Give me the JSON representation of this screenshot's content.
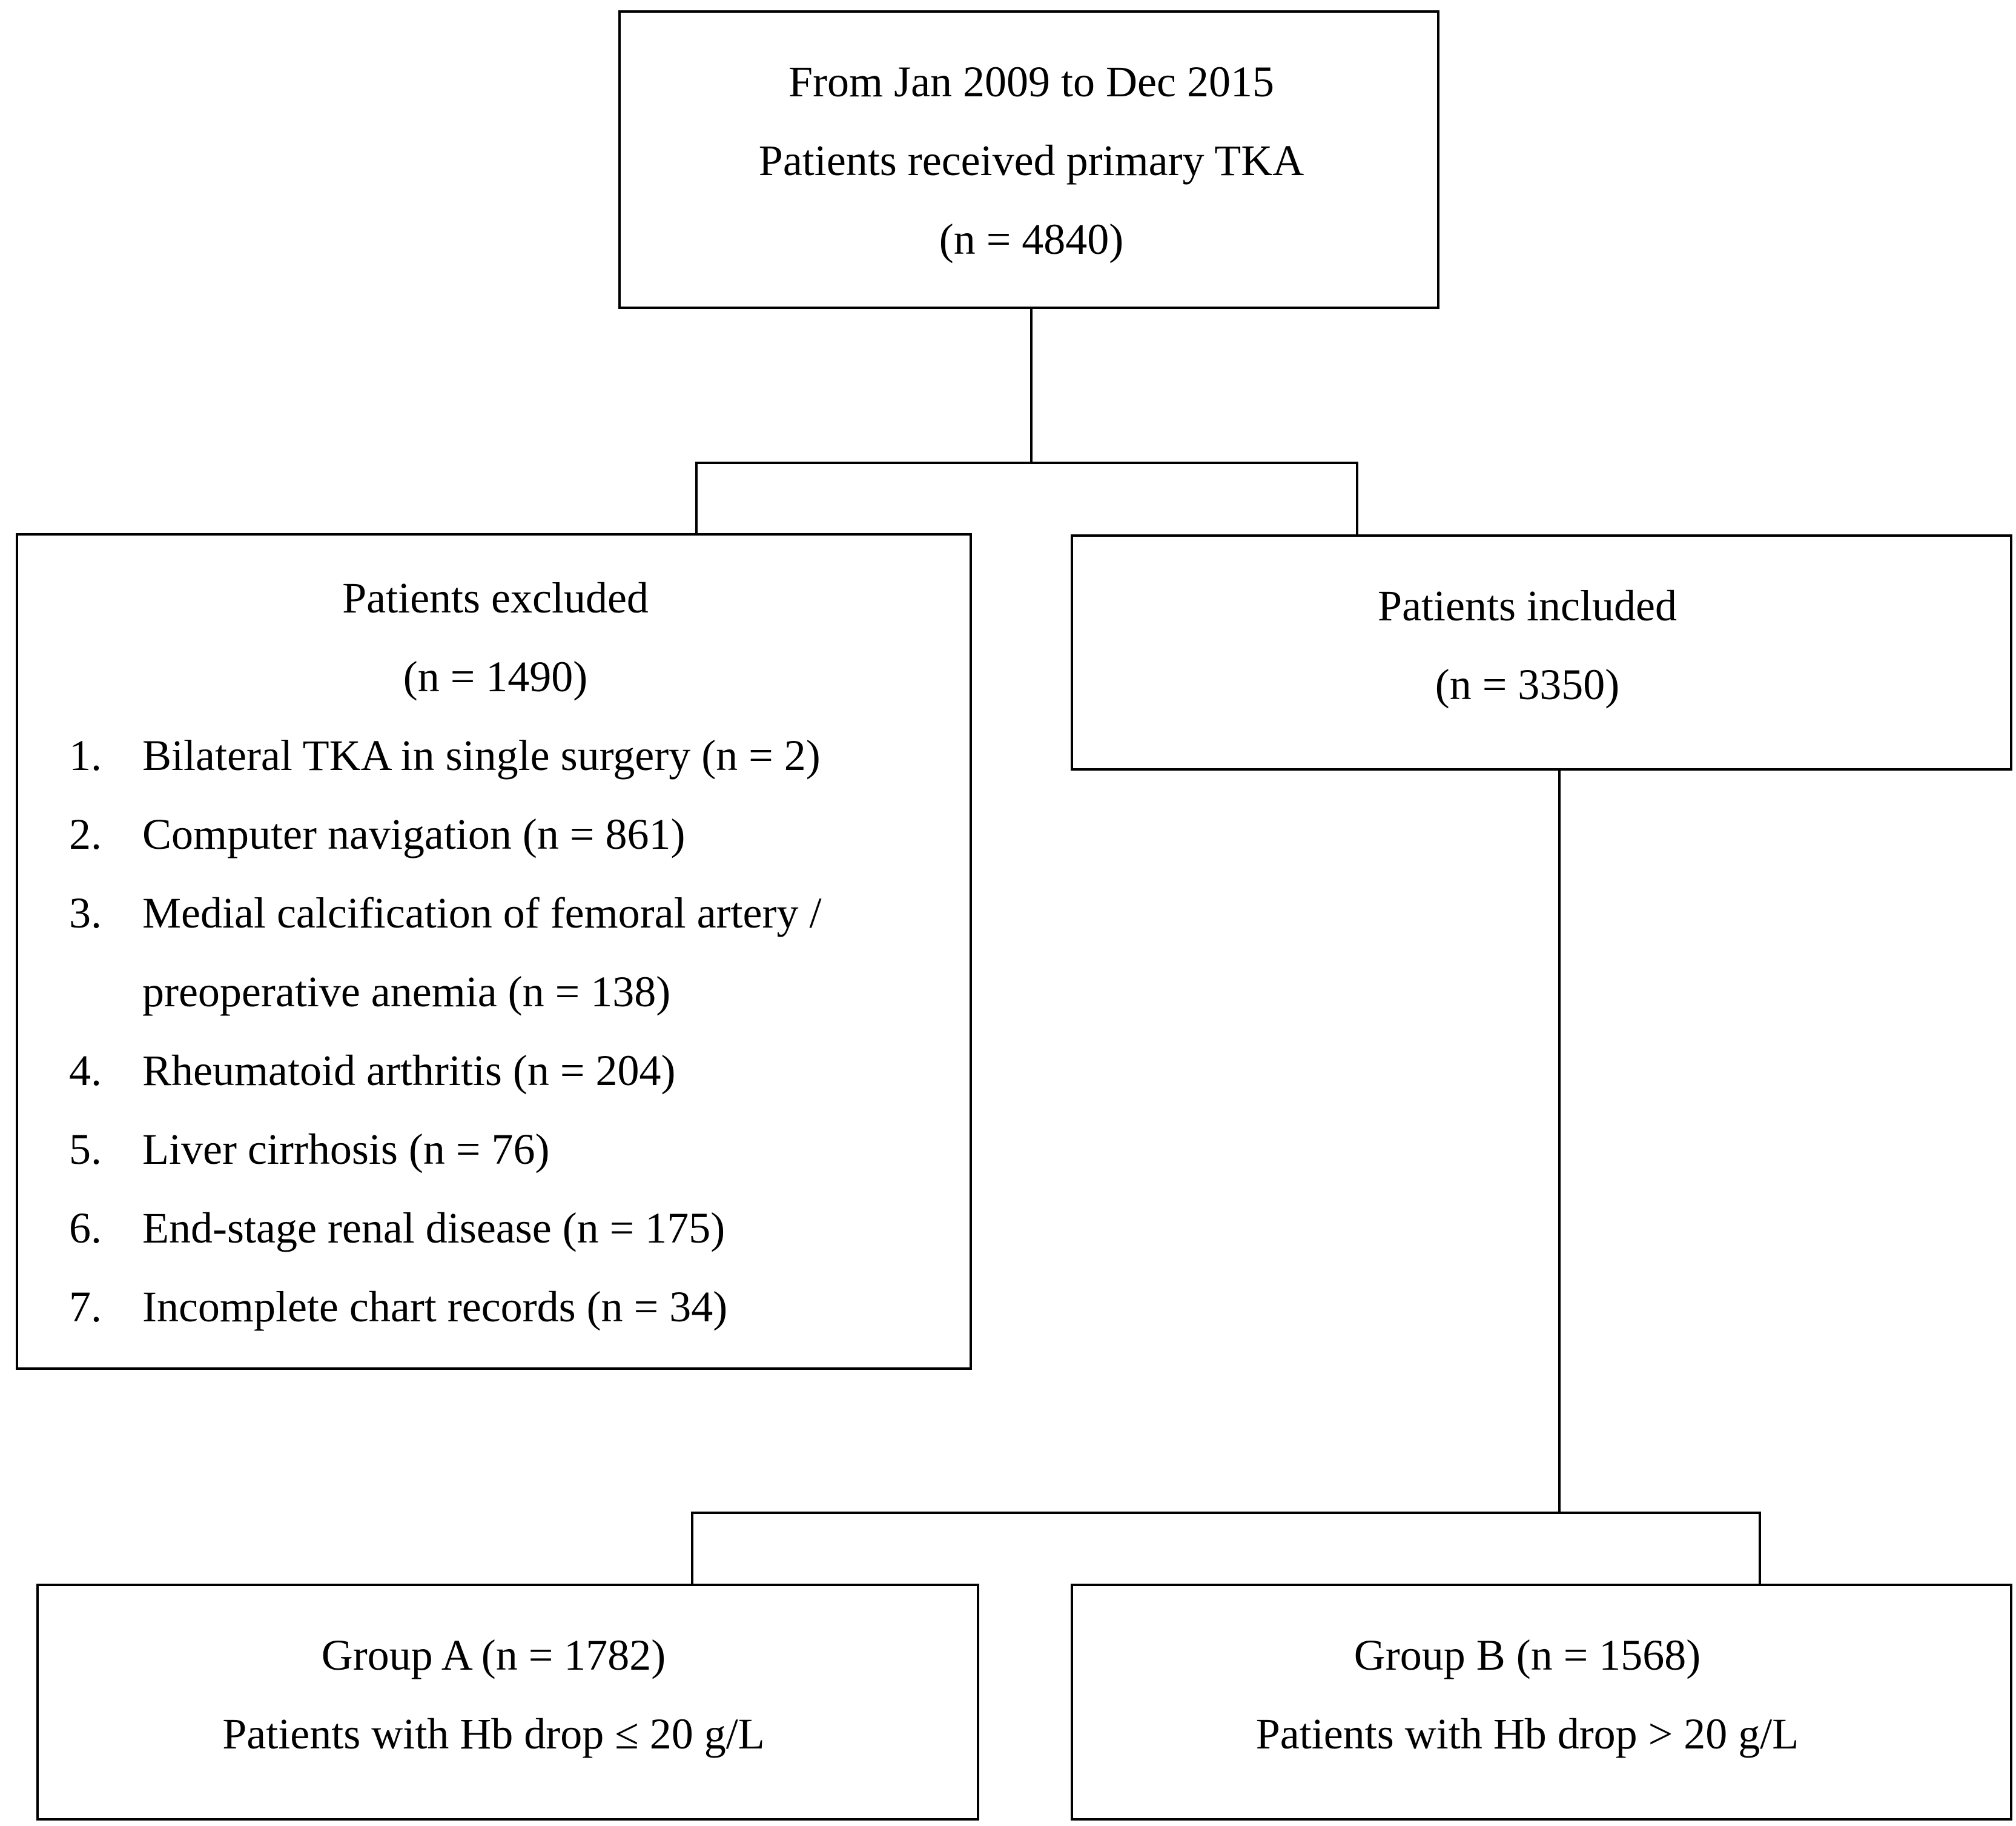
{
  "top_box": {
    "line1": "From Jan 2009 to Dec 2015",
    "line2": "Patients received primary TKA",
    "line3": "(n = 4840)"
  },
  "excluded_box": {
    "title": "Patients excluded",
    "count": "(n = 1490)",
    "items": [
      {
        "num": "1.",
        "text": "Bilateral TKA in single surgery (n = 2)"
      },
      {
        "num": "2.",
        "text": "Computer navigation (n = 861)"
      },
      {
        "num": "3.",
        "text": "Medial calcification of femoral artery /",
        "text2": "preoperative anemia (n = 138)"
      },
      {
        "num": "4.",
        "text": "Rheumatoid arthritis (n = 204)"
      },
      {
        "num": "5.",
        "text": "Liver cirrhosis (n = 76)"
      },
      {
        "num": "6.",
        "text": "End-stage renal disease (n = 175)"
      },
      {
        "num": "7.",
        "text": "Incomplete chart records (n = 34)"
      }
    ]
  },
  "included_box": {
    "title": "Patients included",
    "count": "(n = 3350)"
  },
  "group_a": {
    "line1": "Group A (n = 1782)",
    "line2": "Patients with Hb drop ≤ 20 g/L"
  },
  "group_b": {
    "line1": "Group B (n = 1568)",
    "line2": "Patients with Hb drop > 20 g/L"
  }
}
